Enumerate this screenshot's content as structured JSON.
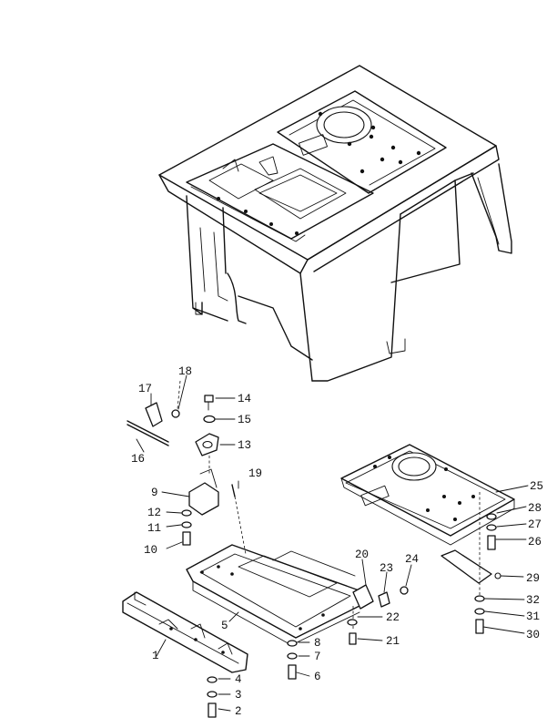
{
  "part_labels": [
    {
      "id": "1",
      "text": "1"
    },
    {
      "id": "2",
      "text": "2"
    },
    {
      "id": "3",
      "text": "3"
    },
    {
      "id": "4",
      "text": "4"
    },
    {
      "id": "5",
      "text": "5"
    },
    {
      "id": "6",
      "text": "6"
    },
    {
      "id": "7",
      "text": "7"
    },
    {
      "id": "8",
      "text": "8"
    },
    {
      "id": "9",
      "text": "9"
    },
    {
      "id": "10",
      "text": "10"
    },
    {
      "id": "11",
      "text": "11"
    },
    {
      "id": "12",
      "text": "12"
    },
    {
      "id": "13",
      "text": "13"
    },
    {
      "id": "14",
      "text": "14"
    },
    {
      "id": "15",
      "text": "15"
    },
    {
      "id": "16",
      "text": "16"
    },
    {
      "id": "17",
      "text": "17"
    },
    {
      "id": "18",
      "text": "18"
    },
    {
      "id": "19",
      "text": "19"
    },
    {
      "id": "20",
      "text": "20"
    },
    {
      "id": "21",
      "text": "21"
    },
    {
      "id": "22",
      "text": "22"
    },
    {
      "id": "23",
      "text": "23"
    },
    {
      "id": "24",
      "text": "24"
    },
    {
      "id": "25",
      "text": "25"
    },
    {
      "id": "26",
      "text": "26"
    },
    {
      "id": "27",
      "text": "27"
    },
    {
      "id": "28",
      "text": "28"
    },
    {
      "id": "29",
      "text": "29"
    },
    {
      "id": "30",
      "text": "30"
    },
    {
      "id": "31",
      "text": "31"
    },
    {
      "id": "32",
      "text": "32"
    }
  ]
}
